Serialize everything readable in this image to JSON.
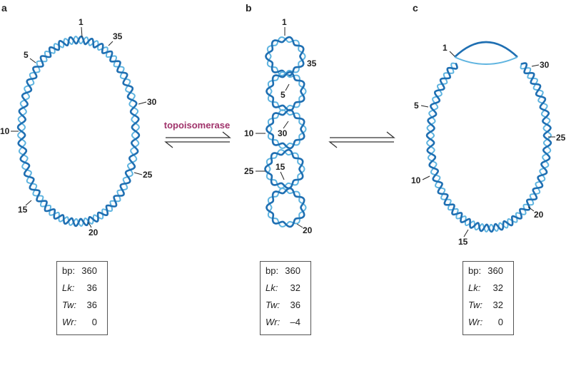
{
  "panels": [
    {
      "letter": "a",
      "labels": [
        "1",
        "35",
        "5",
        "30",
        "10",
        "25",
        "15",
        "20"
      ],
      "table": [
        {
          "key": "bp:",
          "value": "360"
        },
        {
          "key": "Lk:",
          "value": "36"
        },
        {
          "key": "Tw:",
          "value": "36"
        },
        {
          "key": "Wr:",
          "value": "0"
        }
      ]
    },
    {
      "letter": "b",
      "labels": [
        "1",
        "35",
        "5",
        "10",
        "30",
        "25",
        "15",
        "20"
      ],
      "table": [
        {
          "key": "bp:",
          "value": "360"
        },
        {
          "key": "Lk:",
          "value": "32"
        },
        {
          "key": "Tw:",
          "value": "36"
        },
        {
          "key": "Wr:",
          "value": "–4"
        }
      ]
    },
    {
      "letter": "c",
      "labels": [
        "1",
        "30",
        "5",
        "25",
        "10",
        "20",
        "15"
      ],
      "table": [
        {
          "key": "bp:",
          "value": "360"
        },
        {
          "key": "Lk:",
          "value": "32"
        },
        {
          "key": "Tw:",
          "value": "32"
        },
        {
          "key": "Wr:",
          "value": "0"
        }
      ]
    }
  ],
  "enzyme_label": "topoisomerase",
  "colors": {
    "helix_dark": "#1f6fb2",
    "helix_light": "#5fb4e0",
    "enzyme": "#a0336b",
    "text": "#222222"
  }
}
